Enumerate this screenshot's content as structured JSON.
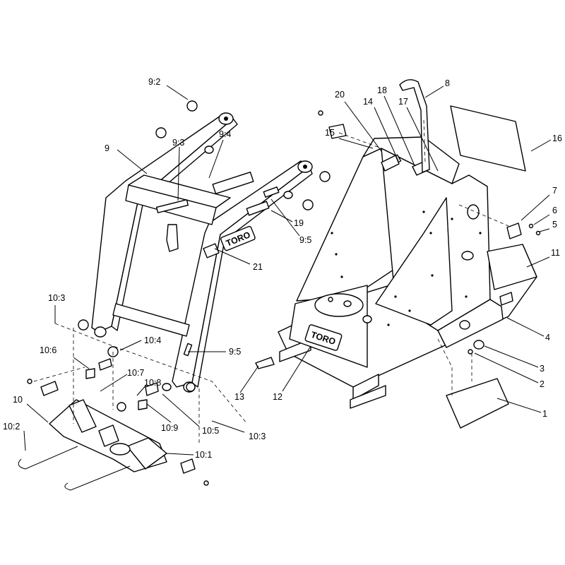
{
  "callouts": [
    {
      "id": "c-9-2",
      "label": "9:2"
    },
    {
      "id": "c-9",
      "label": "9"
    },
    {
      "id": "c-9-3",
      "label": "9:3"
    },
    {
      "id": "c-9-4",
      "label": "9:4"
    },
    {
      "id": "c-19",
      "label": "19"
    },
    {
      "id": "c-9-5a",
      "label": "9:5"
    },
    {
      "id": "c-21",
      "label": "21"
    },
    {
      "id": "c-10-3a",
      "label": "10:3"
    },
    {
      "id": "c-10-4",
      "label": "10:4"
    },
    {
      "id": "c-10-6",
      "label": "10:6"
    },
    {
      "id": "c-9-5b",
      "label": "9:5"
    },
    {
      "id": "c-10-7",
      "label": "10:7"
    },
    {
      "id": "c-10-8",
      "label": "10:8"
    },
    {
      "id": "c-10",
      "label": "10"
    },
    {
      "id": "c-10-9",
      "label": "10:9"
    },
    {
      "id": "c-10-5",
      "label": "10:5"
    },
    {
      "id": "c-10-3b",
      "label": "10:3"
    },
    {
      "id": "c-10-2",
      "label": "10:2"
    },
    {
      "id": "c-10-1",
      "label": "10:1"
    },
    {
      "id": "c-20",
      "label": "20"
    },
    {
      "id": "c-18",
      "label": "18"
    },
    {
      "id": "c-14",
      "label": "14"
    },
    {
      "id": "c-17",
      "label": "17"
    },
    {
      "id": "c-8",
      "label": "8"
    },
    {
      "id": "c-15",
      "label": "15"
    },
    {
      "id": "c-16",
      "label": "16"
    },
    {
      "id": "c-7",
      "label": "7"
    },
    {
      "id": "c-6",
      "label": "6"
    },
    {
      "id": "c-5",
      "label": "5"
    },
    {
      "id": "c-11",
      "label": "11"
    },
    {
      "id": "c-4",
      "label": "4"
    },
    {
      "id": "c-3",
      "label": "3"
    },
    {
      "id": "c-2",
      "label": "2"
    },
    {
      "id": "c-1",
      "label": "1"
    },
    {
      "id": "c-12",
      "label": "12"
    },
    {
      "id": "c-13",
      "label": "13"
    }
  ],
  "logos": [
    {
      "id": "logo-arm",
      "text": "TORO"
    },
    {
      "id": "logo-frame",
      "text": "TORO"
    }
  ]
}
